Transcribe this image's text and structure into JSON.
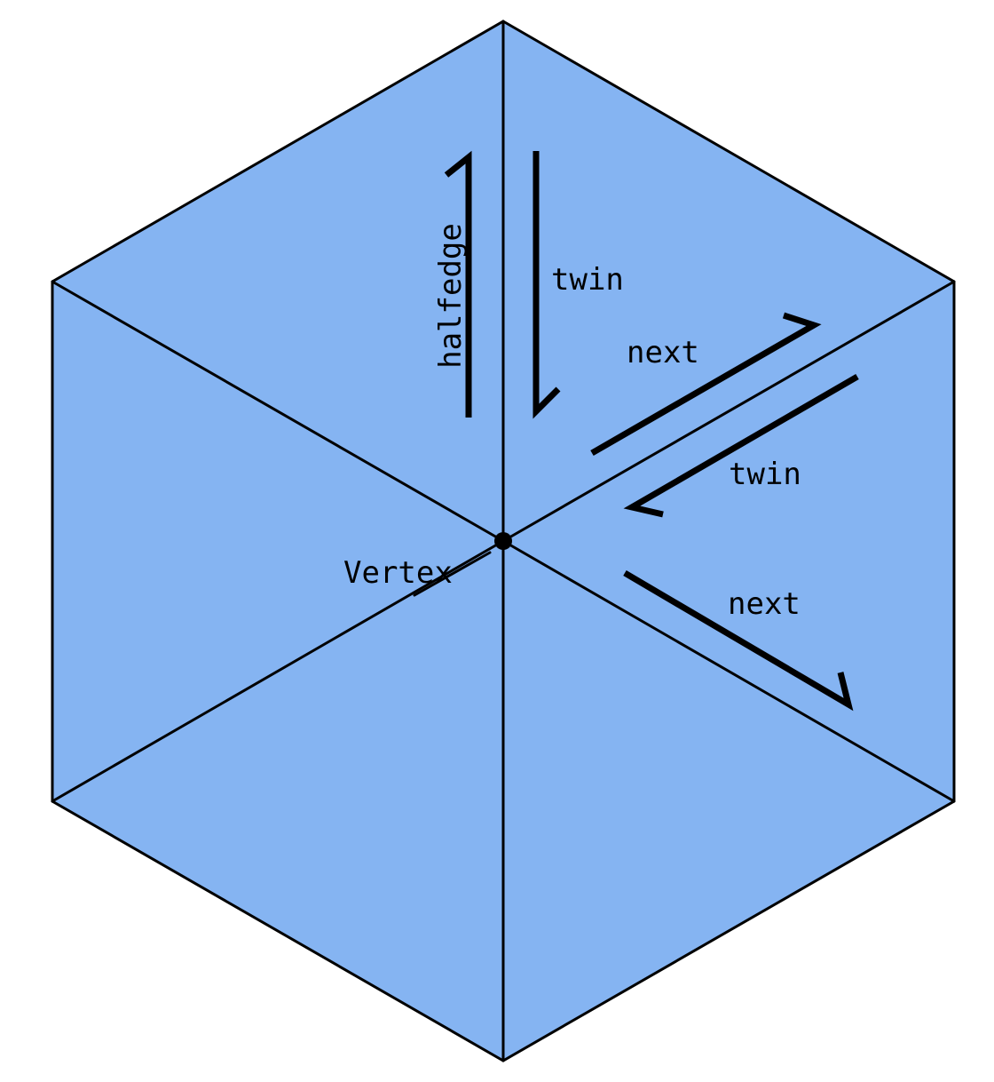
{
  "colors": {
    "face_fill": "#85B4F2",
    "edge_stroke": "#000000",
    "background": "#FFFFFF"
  },
  "labels": {
    "halfedge": "halfedge",
    "twin_upper": "twin",
    "next_upper": "next",
    "twin_lower": "twin",
    "next_lower": "next",
    "vertex": "Vertex"
  }
}
